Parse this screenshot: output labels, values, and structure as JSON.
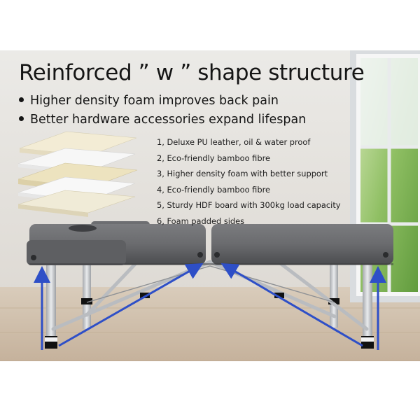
{
  "headline": "Reinforced ” w ” shape structure",
  "bullets": [
    "Higher density foam improves back pain",
    "Better hardware accessories expand lifespan"
  ],
  "layers": [
    "1, Deluxe PU leather, oil & water proof",
    "2, Eco-friendly bamboo fibre",
    "3, Higher density foam with better support",
    "4, Eco-friendly bamboo fibre",
    "5, Sturdy HDF board with 300kg load capacity",
    "6, Foam padded sides"
  ],
  "colors": {
    "wall": "#e4e1dc",
    "floor": "#c9b8a3",
    "table_top": "#6c6d6f",
    "frame": "#c2c5c8",
    "arrow": "#2e4fc7",
    "text": "#151515"
  }
}
